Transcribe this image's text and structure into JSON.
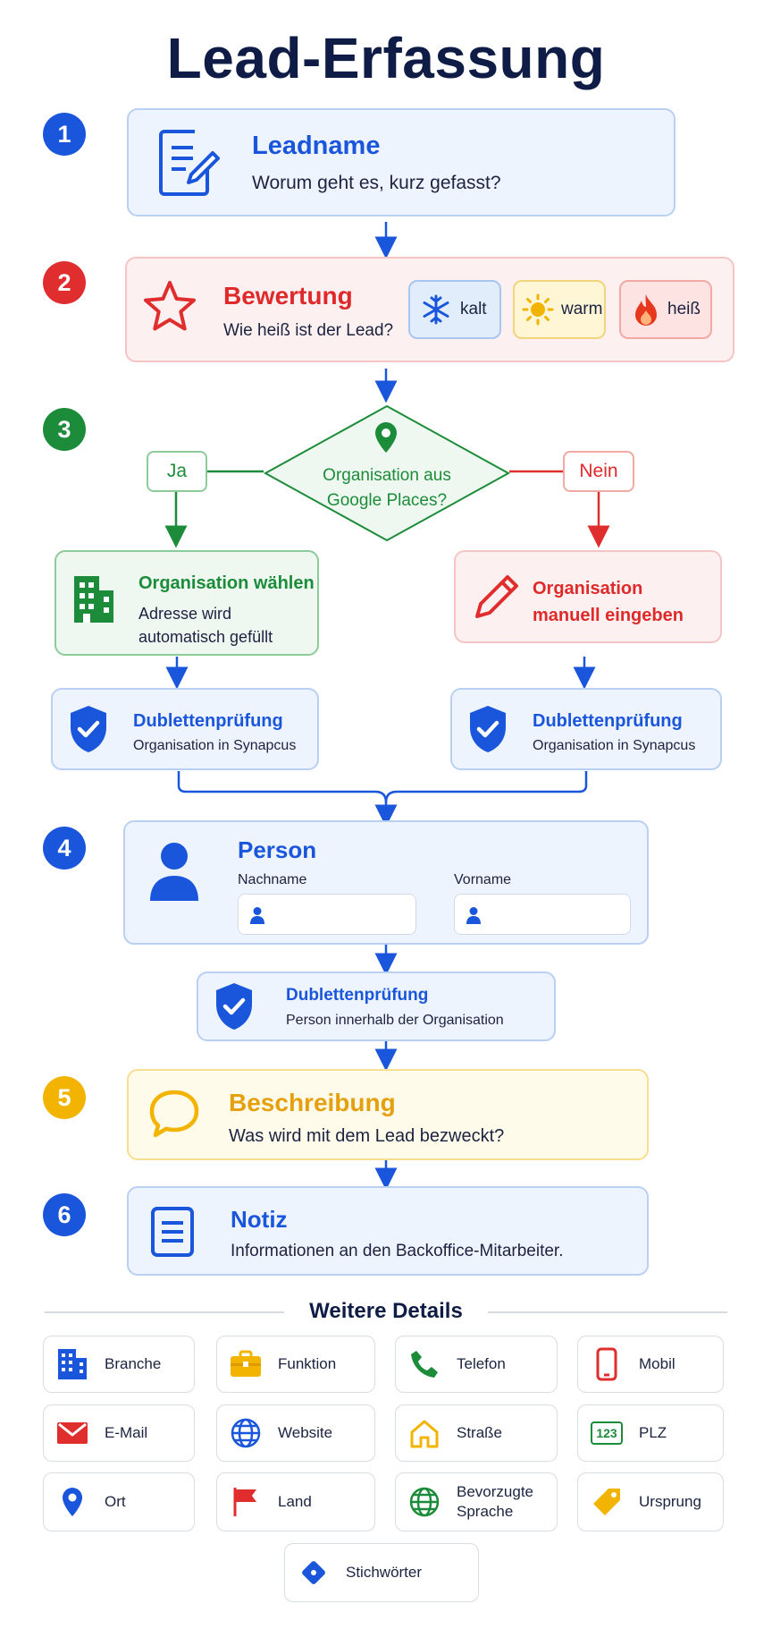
{
  "title": "Lead-Erfassung",
  "colors": {
    "blue": "#1a56db",
    "red": "#e02d2d",
    "green": "#1c8c3a",
    "yellow": "#f2b400"
  },
  "steps": {
    "s1": {
      "number": "1",
      "heading": "Leadname",
      "text": "Worum geht es, kurz gefasst?",
      "icon": "document-edit-icon"
    },
    "s2": {
      "number": "2",
      "heading": "Bewertung",
      "text": "Wie heiß ist der Lead?",
      "icon": "star-icon",
      "options": [
        {
          "label": "kalt",
          "icon": "snowflake-icon"
        },
        {
          "label": "warm",
          "icon": "sun-icon"
        },
        {
          "label": "heiß",
          "icon": "flame-icon"
        }
      ]
    },
    "s3": {
      "number": "3",
      "question": "Organisation aus Google Places?",
      "yes": "Ja",
      "no": "Nein",
      "yes_branch": {
        "heading": "Organisation wählen",
        "text": "Adresse wird automatisch gefüllt",
        "icon": "building-icon"
      },
      "no_branch": {
        "heading": "Organisation manuell eingeben",
        "icon": "pencil-icon"
      },
      "dup_check": {
        "heading": "Dublettenprüfung",
        "text": "Organisation in Synapcus",
        "icon": "shield-check-icon"
      }
    },
    "s4": {
      "number": "4",
      "heading": "Person",
      "field_last": "Nachname",
      "field_first": "Vorname",
      "icon": "person-icon",
      "dup_check": {
        "heading": "Dublettenprüfung",
        "text": "Person innerhalb der Organisation"
      }
    },
    "s5": {
      "number": "5",
      "heading": "Beschreibung",
      "text": "Was wird mit dem Lead bezweckt?",
      "icon": "speech-bubble-icon"
    },
    "s6": {
      "number": "6",
      "heading": "Notiz",
      "text": "Informationen an den Backoffice-Mitarbeiter.",
      "icon": "note-icon"
    }
  },
  "details": {
    "heading": "Weitere Details",
    "items": [
      {
        "label": "Branche",
        "icon": "building-icon"
      },
      {
        "label": "Funktion",
        "icon": "briefcase-icon"
      },
      {
        "label": "Telefon",
        "icon": "phone-icon"
      },
      {
        "label": "Mobil",
        "icon": "mobile-icon"
      },
      {
        "label": "E-Mail",
        "icon": "mail-icon"
      },
      {
        "label": "Website",
        "icon": "globe-icon"
      },
      {
        "label": "Straße",
        "icon": "house-icon"
      },
      {
        "label": "PLZ",
        "icon": "number-box-icon",
        "icon_text": "123"
      },
      {
        "label": "Ort",
        "icon": "location-pin-icon"
      },
      {
        "label": "Land",
        "icon": "flag-icon"
      },
      {
        "label": "Bevorzugte Sprache",
        "icon": "globe-icon"
      },
      {
        "label": "Ursprung",
        "icon": "tag-icon"
      },
      {
        "label": "Stichwörter",
        "icon": "diamond-icon"
      }
    ]
  }
}
